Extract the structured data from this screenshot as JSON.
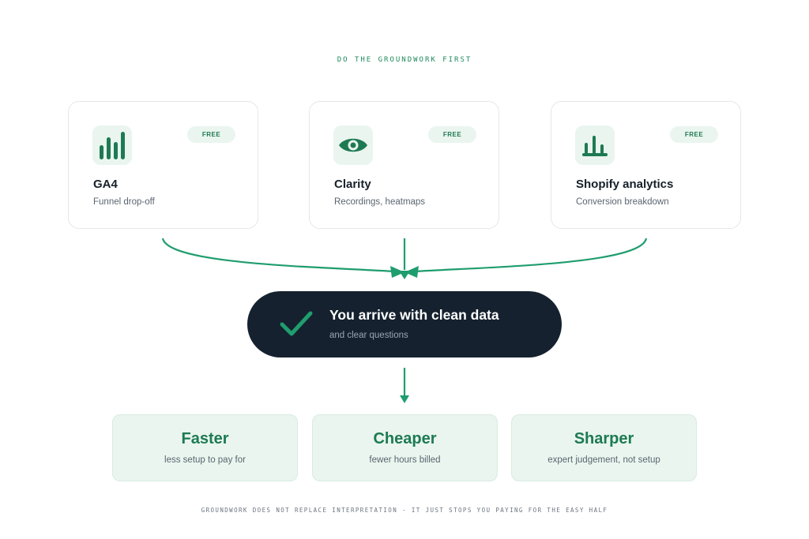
{
  "eyebrow": "DO THE GROUNDWORK FIRST",
  "tools": [
    {
      "title": "GA4",
      "subtitle": "Funnel drop-off",
      "badge": "FREE",
      "icon": "bar-chart-icon"
    },
    {
      "title": "Clarity",
      "subtitle": "Recordings, heatmaps",
      "badge": "FREE",
      "icon": "eye-icon"
    },
    {
      "title": "Shopify analytics",
      "subtitle": "Conversion breakdown",
      "badge": "FREE",
      "icon": "small-bar-chart-icon"
    }
  ],
  "result": {
    "title": "You arrive with clean data",
    "subtitle": "and clear questions",
    "icon": "checkmark-icon"
  },
  "benefits": [
    {
      "title": "Faster",
      "subtitle": "less setup to pay for"
    },
    {
      "title": "Cheaper",
      "subtitle": "fewer hours billed"
    },
    {
      "title": "Sharper",
      "subtitle": "expert judgement, not setup"
    }
  ],
  "footnote": "GROUNDWORK DOES NOT REPLACE INTERPRETATION - IT JUST STOPS YOU PAYING FOR THE EASY HALF",
  "colors": {
    "accent": "#1f9d6e",
    "accent_dark": "#1d7a52",
    "pill_bg": "#15212e",
    "tint_bg": "#eaf5ef"
  }
}
